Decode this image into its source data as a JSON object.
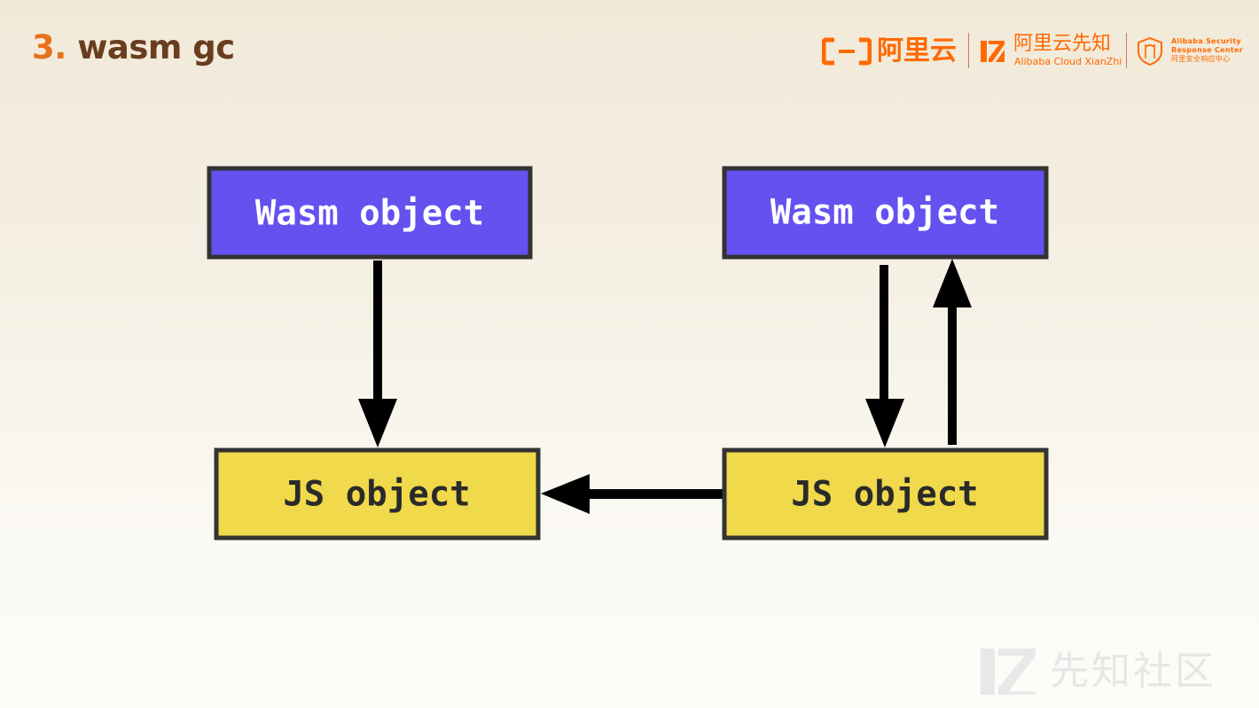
{
  "slide": {
    "title_number": "3.",
    "title_text": "wasm gc"
  },
  "header_logos": {
    "aliyun_cn": "阿里云",
    "xianzhi_cn": "阿里云先知",
    "xianzhi_en": "Alibaba Cloud XianZhi",
    "asrc_en_line1": "Alibaba Security",
    "asrc_en_line2": "Response Center",
    "asrc_cn": "阿里安全响应中心"
  },
  "diagram": {
    "nodes": [
      {
        "id": "wasm-left",
        "label": "Wasm object",
        "fill": "#6550f0",
        "text_color": "#ffffff"
      },
      {
        "id": "js-left",
        "label": "JS object",
        "fill": "#f0d94a",
        "text_color": "#2a2a2a"
      },
      {
        "id": "wasm-right",
        "label": "Wasm object",
        "fill": "#6550f0",
        "text_color": "#ffffff"
      },
      {
        "id": "js-right",
        "label": "JS object",
        "fill": "#f0d94a",
        "text_color": "#2a2a2a"
      }
    ],
    "edges": [
      {
        "from": "wasm-left",
        "to": "js-left"
      },
      {
        "from": "js-right",
        "to": "js-left"
      },
      {
        "from": "wasm-right",
        "to": "js-right"
      },
      {
        "from": "js-right",
        "to": "wasm-right"
      }
    ],
    "border_color": "#333333",
    "arrow_color": "#000000"
  },
  "watermark": {
    "text": "先知社区"
  },
  "colors": {
    "accent_orange": "#e8711a",
    "title_brown": "#6a3d1f",
    "brand_orange": "#ff6a00"
  }
}
